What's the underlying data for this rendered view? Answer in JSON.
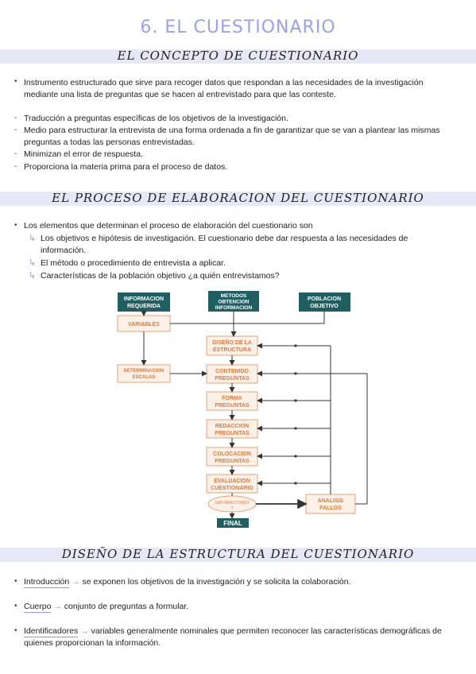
{
  "title": "6. EL CUESTIONARIO",
  "sections": {
    "concept": {
      "heading": "EL CONCEPTO DE CUESTIONARIO"
    },
    "process": {
      "heading": "EL PROCESO DE ELABORACION DEL CUESTIONARIO"
    },
    "design": {
      "heading": "DISEÑO DE LA ESTRUCTURA DEL CUESTIONARIO"
    }
  },
  "concept_items": [
    {
      "line1": "Instrumento estructurado que sirve para recoger datos que respondan a las necesidades de la investigación",
      "line2": "mediante una lista de preguntas que se hacen al entrevistado para que las conteste."
    },
    {
      "line1": "Traducción a preguntas específicas de los objetivos de la investigación."
    },
    {
      "line1": "Medio para estructurar la entrevista de una forma ordenada a fin de garantizar que se van a plantear las mismas",
      "line2": "preguntas a todas las personas entrevistadas."
    },
    {
      "line1": "Minimizan el error de respuesta."
    },
    {
      "line1": "Proporciona la materia prima para el proceso de datos."
    }
  ],
  "process_intro": "Los elementos que determinan el proceso de elaboración del cuestionario son",
  "process_subitems": [
    {
      "line1": "Los objetivos e hipótesis de investigación. El cuestionario debe dar respuesta a las necesidades de",
      "line2": "información."
    },
    {
      "line1": "El método o procedimiento de entrevista a aplicar."
    },
    {
      "line1": "Características de la población objetivo ¿a quién entrevistamos?"
    }
  ],
  "flowchart": {
    "top_left": [
      "INFORMACION",
      "REQUERIDA"
    ],
    "top_mid": [
      "METODOS",
      "OBTENCION",
      "INFORMACION"
    ],
    "top_right": [
      "POBLACION",
      "OBJETIVO"
    ],
    "variables": "VARIABLES",
    "escalas": [
      "DETERMINACION",
      "ESCALAS"
    ],
    "diseno": [
      "DISEÑO DE LA",
      "ESTRUCTURA"
    ],
    "contenido": [
      "CONTENIDO",
      "PREGUNTAS"
    ],
    "forma": [
      "FORMA",
      "PREGUNTAS"
    ],
    "redaccion": [
      "REDACCION",
      "PREGUNTAS"
    ],
    "colocacion": [
      "COLOCACION",
      "PREGUNTAS"
    ],
    "evaluacion": [
      "EVALUACION",
      "CUESTIONARIO"
    ],
    "satisfactorio": "SATISFACTORIO",
    "satisfactorio_mark": "?",
    "analisis": [
      "ANALISIS",
      "FALLOS"
    ],
    "final": "FINAL",
    "colors": {
      "teal": "#1f5f62",
      "orange": "#e07a3c",
      "box_fill": "#fdf0e6",
      "box_border": "#e3a27a"
    }
  },
  "design_items": [
    {
      "term": "Introducción",
      "text": "se exponen los objetivos de la investigación y se solicita la colaboración."
    },
    {
      "term": "Cuerpo",
      "text": "conjunto de preguntas a formular."
    },
    {
      "term": "Identificadores",
      "text": "variables generalmente nominales que permiten reconocer las características demográficas de",
      "text2": "quienes proporcionan la información."
    }
  ]
}
